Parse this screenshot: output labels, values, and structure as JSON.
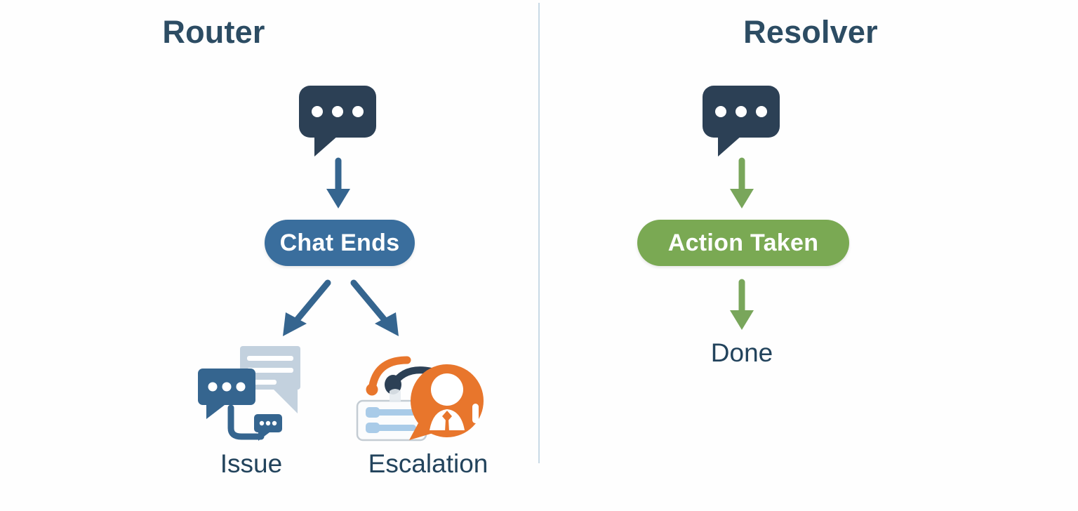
{
  "diagram": {
    "type": "flow-diagram",
    "background_color": "#fefefe",
    "divider_color": "#c9dae6",
    "panels": [
      {
        "id": "router",
        "title": "Router",
        "title_color": "#2c4c63",
        "nodes": [
          {
            "id": "chat-bubble",
            "kind": "icon",
            "icon": "chat-bubble-icon",
            "color": "#2c4055",
            "dots": 3
          },
          {
            "id": "chat-ends",
            "kind": "pill",
            "label": "Chat Ends",
            "fill": "#3a6e9d",
            "text_color": "#ffffff"
          },
          {
            "id": "issue",
            "kind": "icon-label",
            "label": "Issue",
            "icon": "chat-bubbles-issue-icon",
            "label_color": "#22435c"
          },
          {
            "id": "escalation",
            "kind": "icon-label",
            "label": "Escalation",
            "icon": "headset-agent-escalation-icon",
            "label_color": "#22435c"
          }
        ],
        "arrows": [
          {
            "from": "chat-bubble",
            "to": "chat-ends",
            "color": "#35658f",
            "direction": "down"
          },
          {
            "from": "chat-ends",
            "to": "issue",
            "color": "#35658f",
            "direction": "down-left"
          },
          {
            "from": "chat-ends",
            "to": "escalation",
            "color": "#35658f",
            "direction": "down-right"
          }
        ]
      },
      {
        "id": "resolver",
        "title": "Resolver",
        "title_color": "#2c4c63",
        "nodes": [
          {
            "id": "chat-bubble",
            "kind": "icon",
            "icon": "chat-bubble-icon",
            "color": "#2c4055",
            "dots": 3
          },
          {
            "id": "action-taken",
            "kind": "pill",
            "label": "Action Taken",
            "fill": "#7aa953",
            "text_color": "#ffffff"
          },
          {
            "id": "done",
            "kind": "label",
            "label": "Done",
            "label_color": "#22435c"
          }
        ],
        "arrows": [
          {
            "from": "chat-bubble",
            "to": "action-taken",
            "color": "#79a65b",
            "direction": "down"
          },
          {
            "from": "action-taken",
            "to": "done",
            "color": "#79a65b",
            "direction": "down"
          }
        ]
      }
    ],
    "palette": {
      "dark_slate": "#2c4055",
      "title_slate": "#2c4c63",
      "steel_blue": "#3a6e9d",
      "arrow_blue": "#35658f",
      "green": "#7aa953",
      "arrow_green": "#79a65b",
      "orange": "#e8762c",
      "light_blue_gray": "#c3d1de",
      "slider_blue": "#a9cbe8",
      "white": "#ffffff"
    }
  }
}
